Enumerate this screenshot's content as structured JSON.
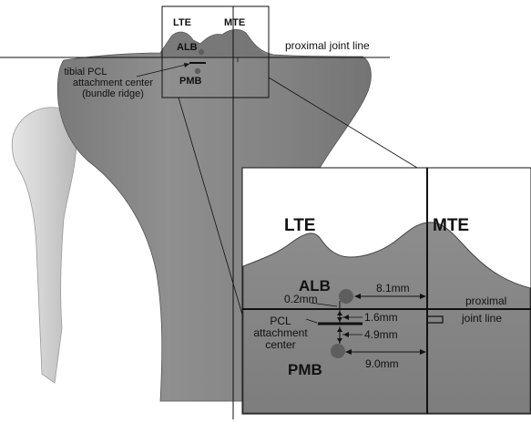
{
  "overview": {
    "lte": "LTE",
    "mte": "MTE",
    "alb": "ALB",
    "pmb": "PMB",
    "proximal_joint_line": "proximal joint line",
    "tibial_pcl_line1": "tibial PCL",
    "tibial_pcl_line2": "attachment center",
    "tibial_pcl_line3": "(bundle ridge)"
  },
  "inset": {
    "lte": "LTE",
    "mte": "MTE",
    "alb": "ALB",
    "pmb": "PMB",
    "alb_offset": "0.2mm",
    "alb_distance": "8.1mm",
    "center_offset": "1.6mm",
    "pmb_offset": "4.9mm",
    "pmb_distance": "9.0mm",
    "proximal_line1": "proximal",
    "proximal_line2": "joint line",
    "pcl_line1": "PCL",
    "pcl_line2": "attachment",
    "pcl_line3": "center"
  },
  "colors": {
    "bone_dark": "#6f6f6f",
    "bone_mid": "#8c8c8c",
    "bone_light": "#c9c9c9",
    "marker": "#5e5e5e",
    "line": "#111111"
  }
}
